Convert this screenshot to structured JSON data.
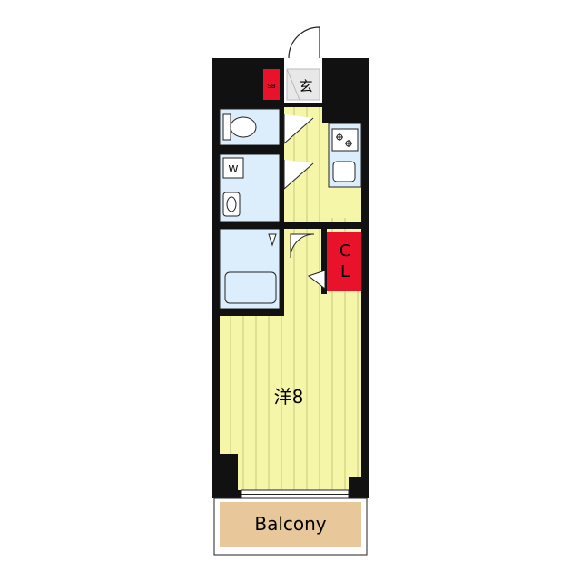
{
  "colors": {
    "wall": "#111111",
    "floor_main": "#f6f6a8",
    "floor_stripe": "#c8c880",
    "wet_area": "#dceefb",
    "closet_red": "#e8132b",
    "balcony": "#e8c89a",
    "outline": "#222222"
  },
  "labels": {
    "shoe_box": "SB",
    "entrance": "玄",
    "washer": "W",
    "closet_c": "C",
    "closet_l": "L",
    "room": "洋8",
    "balcony": "Balcony"
  },
  "icons": [
    "door-swing-icon",
    "toilet-icon",
    "sink-icon",
    "washing-machine-icon",
    "kitchen-stove-icon",
    "bathtub-icon"
  ]
}
